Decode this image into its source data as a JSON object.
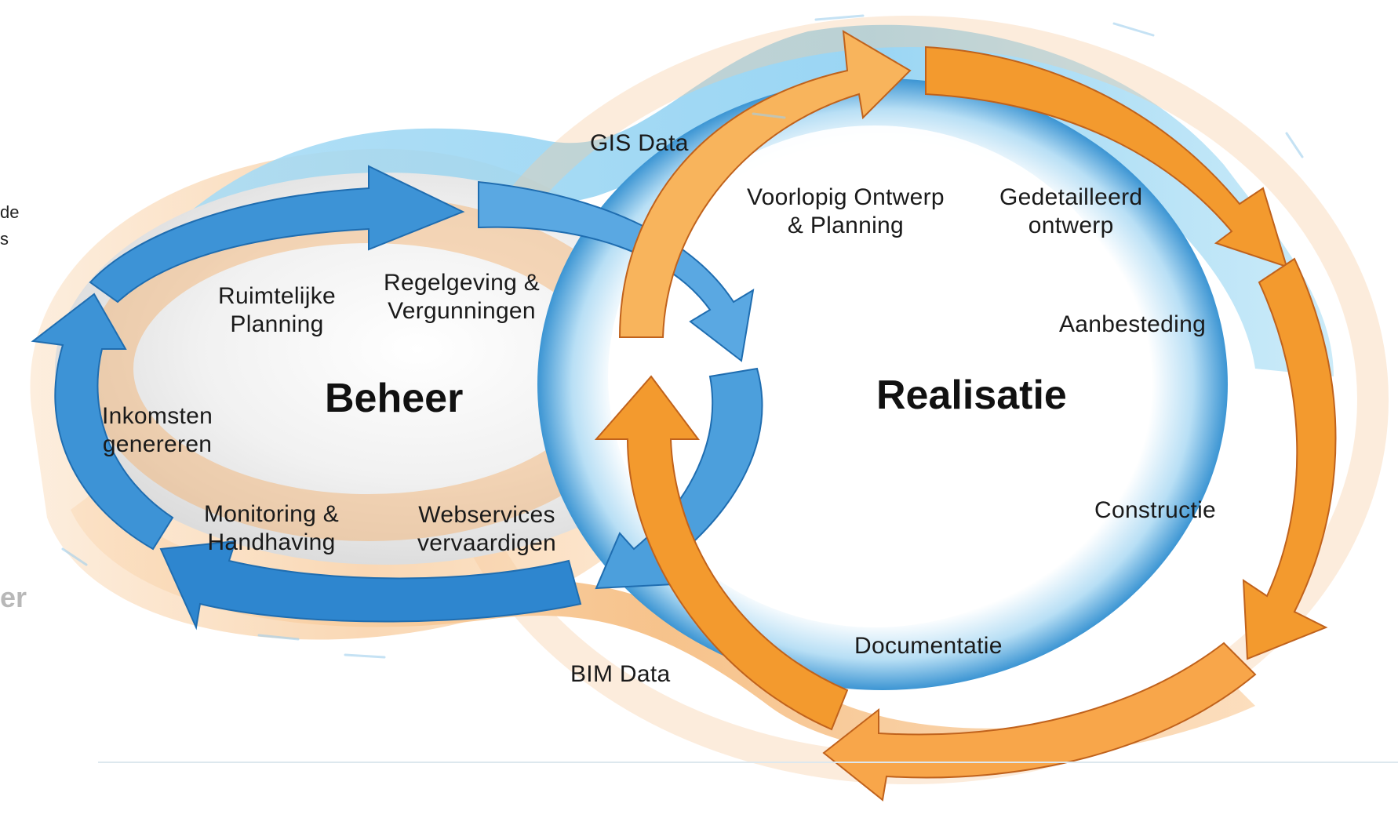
{
  "diagram": {
    "hub_left": "Beheer",
    "hub_right": "Realisatie",
    "flows": {
      "gis": "GIS Data",
      "bim": "BIM Data"
    },
    "beheer_steps": {
      "ruimtelijke": [
        "Ruimtelijke",
        "Planning"
      ],
      "regelgeving": [
        "Regelgeving &",
        "Vergunningen"
      ],
      "inkomsten": [
        "Inkomsten",
        "genereren"
      ],
      "monitoring": [
        "Monitoring &",
        "Handhaving"
      ],
      "webservices": [
        "Webservices",
        "vervaardigen"
      ]
    },
    "realisatie_steps": {
      "voorlopig": [
        "Voorlopig Ontwerp",
        "& Planning"
      ],
      "gedetailleerd": [
        "Gedetailleerd",
        "ontwerp"
      ],
      "aanbesteding": "Aanbesteding",
      "constructie": "Constructie",
      "documentatie": "Documentatie"
    },
    "edge_fragments": {
      "frag1": "de",
      "frag2": "s",
      "frag3": "er"
    },
    "colors": {
      "blue_arrow": "#2e86cf",
      "blue_light": "#5fb3e6",
      "orange_arrow": "#f39a2e",
      "orange_light": "#f8b45c",
      "sky_ribbon": "#8dd3f3",
      "peach_ribbon": "#f6c08a"
    }
  }
}
